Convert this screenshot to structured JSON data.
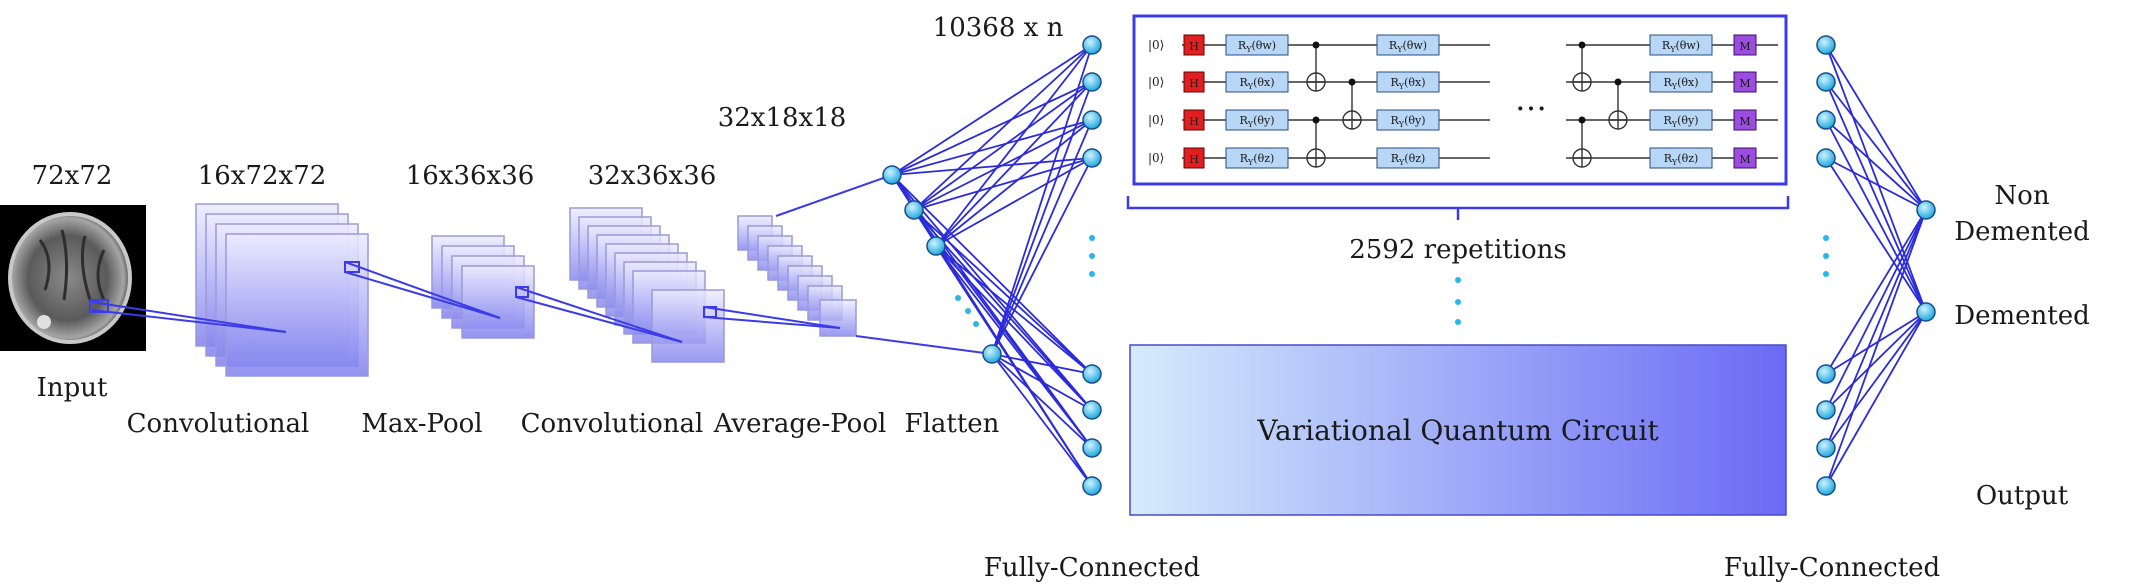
{
  "stages": {
    "input": {
      "dim": "72x72",
      "name": "Input"
    },
    "conv1": {
      "dim": "16x72x72",
      "name": "Convolutional"
    },
    "maxpool": {
      "dim": "16x36x36",
      "name": "Max-Pool"
    },
    "conv2": {
      "dim": "32x36x36",
      "name": "Convolutional"
    },
    "avgpool": {
      "dim": "32x18x18",
      "name": "Average-Pool"
    },
    "flatten": {
      "name": "Flatten"
    },
    "fc1": {
      "dim": "10368 x n",
      "name": "Fully-Connected"
    },
    "fc2": {
      "name": "Fully-Connected"
    }
  },
  "circuit": {
    "ket": "|0⟩",
    "hadamard": "H",
    "measure": "M",
    "rotation_prefix": "R",
    "rotation_sub": "Y",
    "params": [
      "θw",
      "θx",
      "θy",
      "θz"
    ],
    "ellipsis": "…",
    "repetitions": "2592 repetitions",
    "vqc_label": "Variational Quantum Circuit"
  },
  "output": {
    "title": "Output",
    "classes": [
      "Non Demented",
      "Demented"
    ]
  },
  "colors": {
    "line": "#2b2bdc",
    "node": "#29b6e8",
    "layer": "#7b7bf0",
    "hadamard": "#e02020",
    "measure": "#9b4de0",
    "rotation": "#b8d6f5",
    "vqc_start": "#d4ecfc",
    "vqc_end": "#6a6af4"
  }
}
